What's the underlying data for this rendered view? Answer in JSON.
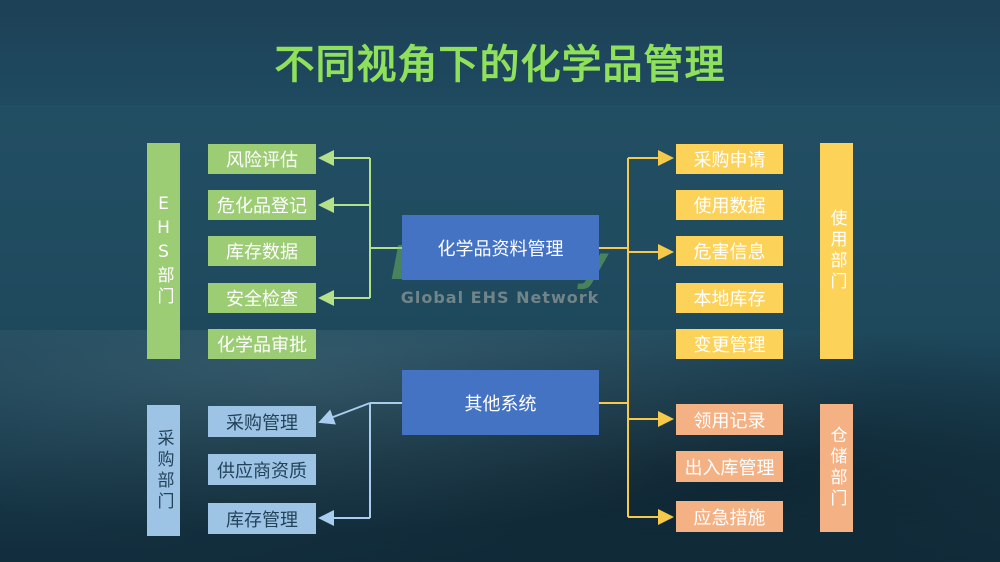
{
  "title": "不同视角下的化学品管理",
  "watermark": {
    "main": "EHSCity",
    "sub": "Global EHS Network"
  },
  "center": {
    "chem_mgmt": "化学品资料管理",
    "other_systems": "其他系统"
  },
  "left": {
    "ehs_dept": {
      "label": "EHS部门",
      "items": [
        "风险评估",
        "危化品登记",
        "库存数据",
        "安全检查",
        "化学品审批"
      ]
    },
    "purchase_dept": {
      "label": "采购部门",
      "items": [
        "采购管理",
        "供应商资质",
        "库存管理"
      ]
    }
  },
  "right": {
    "use_dept": {
      "label": "使用部门",
      "items": [
        "采购申请",
        "使用数据",
        "危害信息",
        "本地库存",
        "变更管理"
      ]
    },
    "storage_dept": {
      "label": "仓储部门",
      "items": [
        "领用记录",
        "出入库管理",
        "应急措施"
      ]
    }
  },
  "colors": {
    "title": "#8fe05a",
    "green": "#9ccc74",
    "light_blue": "#9dc3e5",
    "yellow": "#fdd258",
    "orange": "#f4b183",
    "center": "#4573c4",
    "arrow_green": "#b5e08a",
    "arrow_blue": "#a8cdee",
    "arrow_yellow": "#f6c94a"
  }
}
